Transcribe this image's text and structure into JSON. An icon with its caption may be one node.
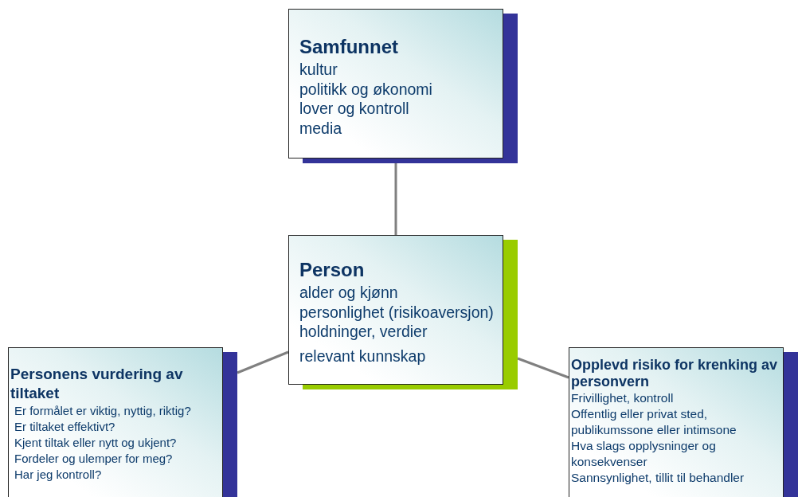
{
  "diagram": {
    "nodes": [
      {
        "text": [
          "Samfunnet",
          "kultur",
          "politikk og økonomi",
          "lover og kontroll",
          "media"
        ]
      },
      {
        "text": [
          "Person",
          "alder og kjønn",
          "personlighet (risikoaversjon)",
          "holdninger, verdier",
          "relevant kunnskap"
        ]
      },
      {
        "text": [
          "Personens vurdering av tiltaket",
          "Er formålet er viktig, nyttig, riktig?",
          "Er tiltaket effektivt?",
          "Kjent tiltak eller nytt og ukjent?",
          "Fordeler og ulemper for meg?",
          "Har jeg kontroll?"
        ]
      },
      {
        "text": [
          "Opplevd risiko for krenking av personvern",
          "Frivillighet, kontroll",
          "Offentlig eller privat sted, publikumssone eller intimsone",
          "Hva slags opplysninger og konsekvenser",
          "Sannsynlighet, tillit til behandler"
        ]
      }
    ],
    "edges": [
      {
        "from": 0,
        "to": 1,
        "arrow": "none"
      },
      {
        "from": 1,
        "to": 2,
        "arrow": "none"
      },
      {
        "from": 1,
        "to": 3,
        "arrow": "none"
      }
    ]
  }
}
